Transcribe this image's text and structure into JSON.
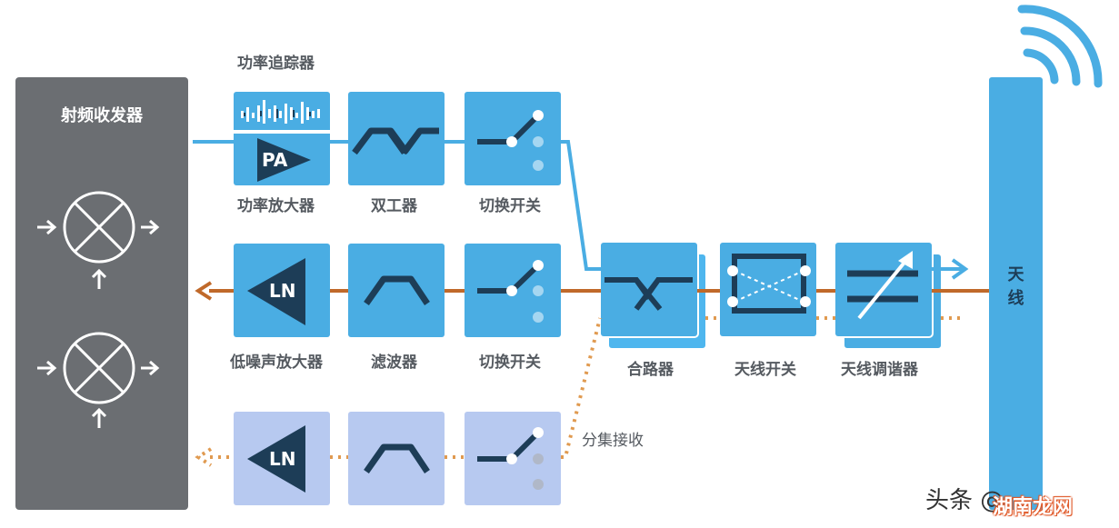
{
  "labels": {
    "transceiver": "射频收发器",
    "power_tracker": "功率追踪器",
    "power_amplifier": "功率放大器",
    "duplexer": "双工器",
    "switch_tx": "切换开关",
    "lna": "低噪声放大器",
    "filter": "滤波器",
    "switch_rx": "切换开关",
    "combiner": "合路器",
    "antenna_switch": "天线开关",
    "antenna_tuner": "天线调谐器",
    "diversity_rx": "分集接收",
    "antenna": "天线"
  },
  "block_text": {
    "pa": "PA",
    "lna": "LN",
    "lna_diversity": "LN"
  },
  "watermark": {
    "source": "头条 @",
    "site": "湖南龙网"
  },
  "colors": {
    "block_blue": "#4aade3",
    "block_pale": "#b7c9f0",
    "dark_navy": "#1d3d57",
    "tx_line": "#4aade3",
    "rx_line": "#c0692a",
    "diversity_line": "#e09a50",
    "transceiver_gray": "#6b6e72"
  }
}
